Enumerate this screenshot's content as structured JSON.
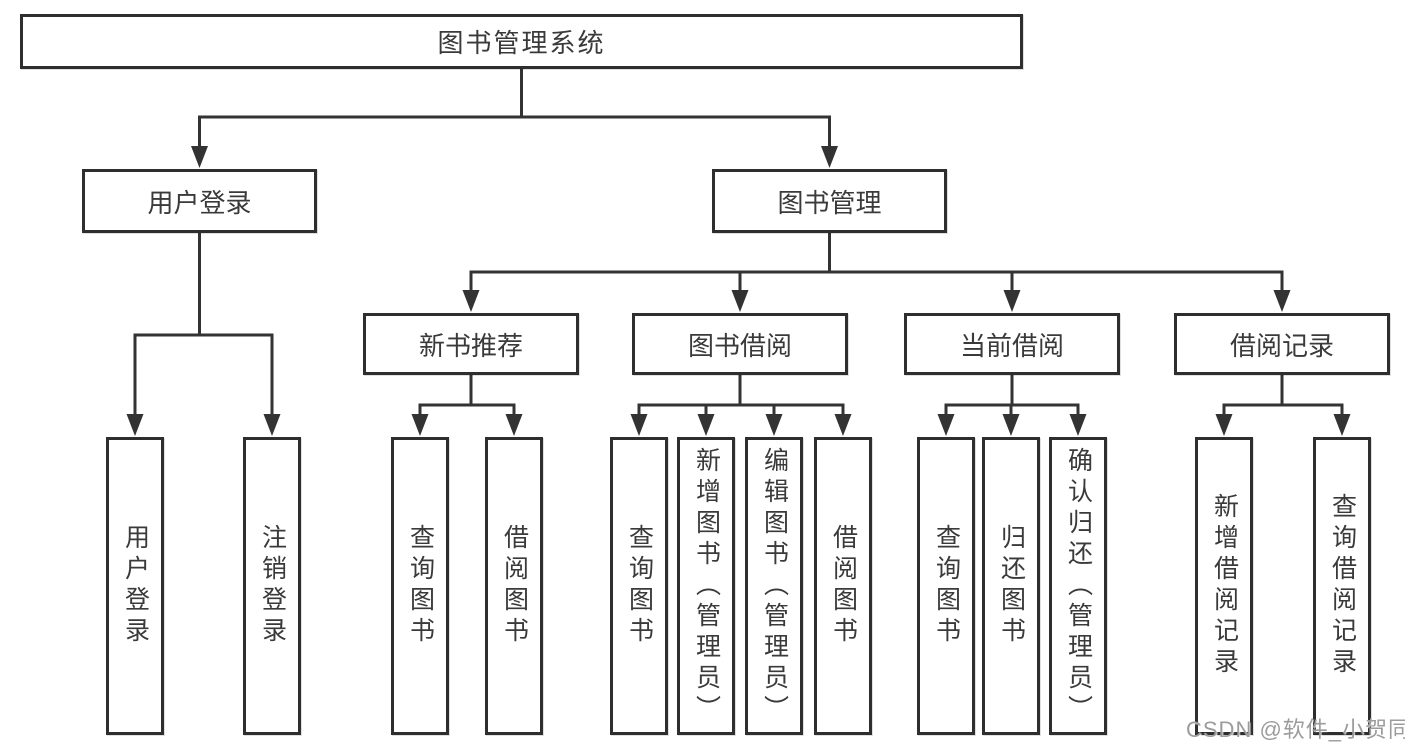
{
  "diagram": {
    "root": {
      "label": "图书管理系统"
    },
    "level2": [
      {
        "label": "用户登录",
        "children": [
          {
            "label": "用户登录"
          },
          {
            "label": "注销登录"
          }
        ]
      },
      {
        "label": "图书管理",
        "children": [
          {
            "label": "新书推荐",
            "children": [
              {
                "label": "查询图书"
              },
              {
                "label": "借阅图书"
              }
            ]
          },
          {
            "label": "图书借阅",
            "children": [
              {
                "label": "查询图书"
              },
              {
                "label": "新增图书（管理员）"
              },
              {
                "label": "编辑图书（管理员）"
              },
              {
                "label": "借阅图书"
              }
            ]
          },
          {
            "label": "当前借阅",
            "children": [
              {
                "label": "查询图书"
              },
              {
                "label": "归还图书"
              },
              {
                "label": "确认归还（管理员）"
              }
            ]
          },
          {
            "label": "借阅记录",
            "children": [
              {
                "label": "新增借阅记录"
              },
              {
                "label": "查询借阅记录"
              }
            ]
          }
        ]
      }
    ]
  },
  "watermark": {
    "text": "CSDN @软件_小贺同学"
  },
  "style": {
    "line_color": "#333333",
    "border_color": "#2e2e2e",
    "text_color": "#3a3a3a",
    "watermark_color": "#9c9c9c",
    "background": "#ffffff"
  }
}
